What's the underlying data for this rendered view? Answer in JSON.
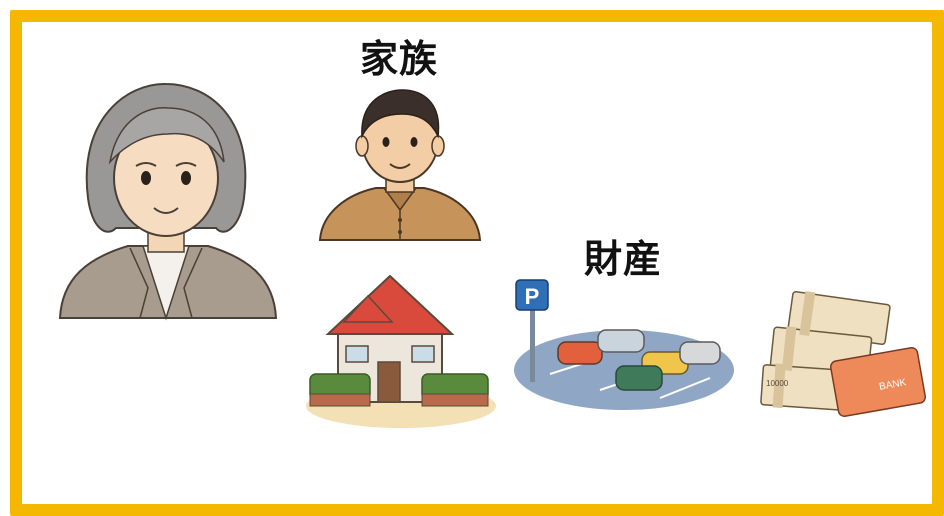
{
  "labels": {
    "family": "家族",
    "assets": "財産"
  },
  "colors": {
    "frame": "#f5b800",
    "text": "#111111"
  },
  "illustrations": {
    "elderly_woman": "elderly-woman",
    "son": "middle-aged-man",
    "house": "house",
    "parking": "parking-lot",
    "parking_sign_text": "P",
    "money": "banknote-bundles",
    "bankbook_text": "BANK",
    "banknote_text": "10000"
  }
}
